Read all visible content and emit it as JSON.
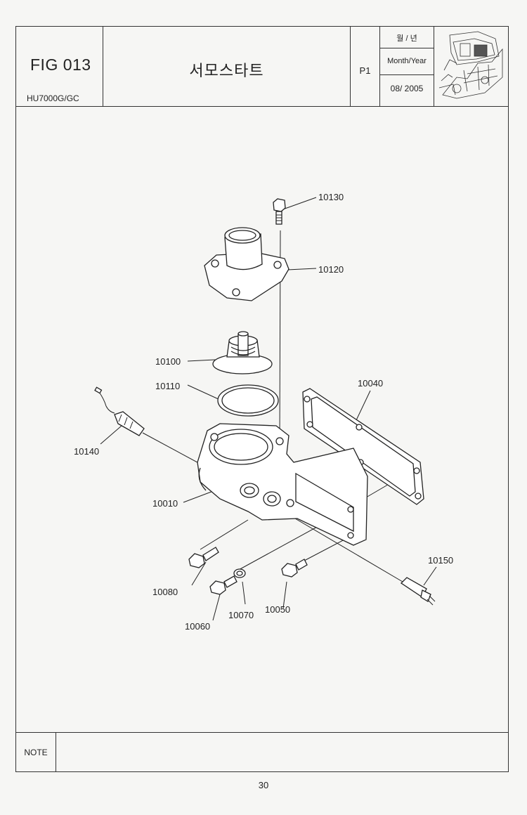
{
  "header": {
    "fig_number": "FIG 013",
    "model": "HU7000G/GC",
    "title": "서모스타트",
    "page": "P1",
    "date_label_kr": "월 / 년",
    "date_label_en": "Month/Year",
    "date_value": "08/ 2005"
  },
  "callouts": {
    "c10130": "10130",
    "c10120": "10120",
    "c10100": "10100",
    "c10110": "10110",
    "c10040": "10040",
    "c10140": "10140",
    "c10010": "10010",
    "c10150": "10150",
    "c10080": "10080",
    "c10070": "10070",
    "c10050": "10050",
    "c10060": "10060"
  },
  "note": {
    "label": "NOTE",
    "text": ""
  },
  "footer": {
    "page_number": "30"
  }
}
